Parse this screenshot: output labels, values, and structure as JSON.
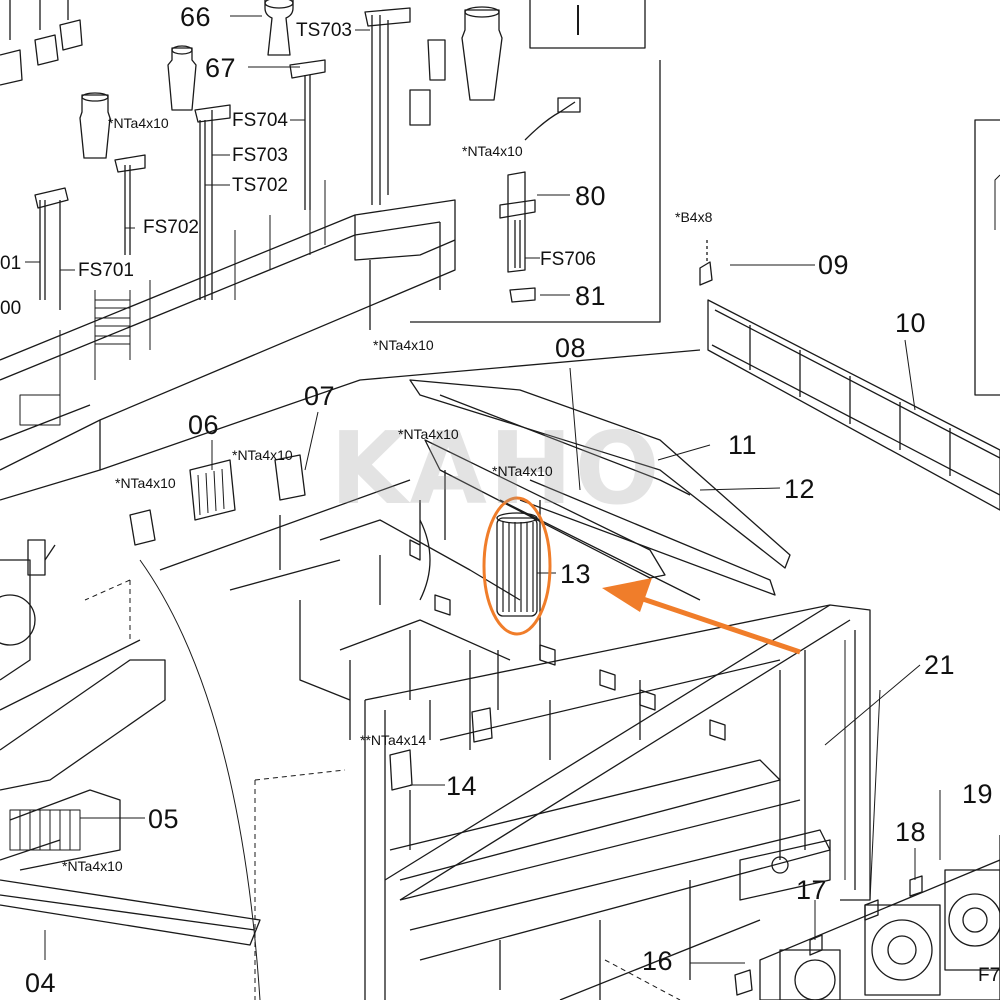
{
  "diagram": {
    "watermark": "KAHO",
    "highlight_color": "#f07d2a",
    "ink_color": "#1a1a1a",
    "callouts": {
      "n66": "66",
      "n67": "67",
      "ts703": "TS703",
      "fs704": "FS704",
      "fs703": "FS703",
      "ts702": "TS702",
      "fs702": "FS702",
      "fs701": "FS701",
      "n01_partial": "01",
      "n00_partial": "00",
      "nta_top_left": "*NTa4x10",
      "nta_top_right": "*NTa4x10",
      "n80": "80",
      "fs706": "FS706",
      "n81": "81",
      "b4x8": "*B4x8",
      "n09": "09",
      "n10": "10",
      "nta_08": "*NTa4x10",
      "n08": "08",
      "n07": "07",
      "n06": "06",
      "nta_07": "*NTa4x10",
      "nta_06": "*NTa4x10",
      "nta_11": "*NTa4x10",
      "n11": "11",
      "nta_12": "*NTa4x10",
      "n12": "12",
      "n13": "13",
      "n21": "21",
      "nta14": "**NTa4x14",
      "n14": "14",
      "n05": "05",
      "nta_05": "*NTa4x10",
      "n04": "04",
      "n19": "19",
      "n18": "18",
      "n17": "17",
      "n16": "16",
      "f7_partial": "F7"
    }
  }
}
